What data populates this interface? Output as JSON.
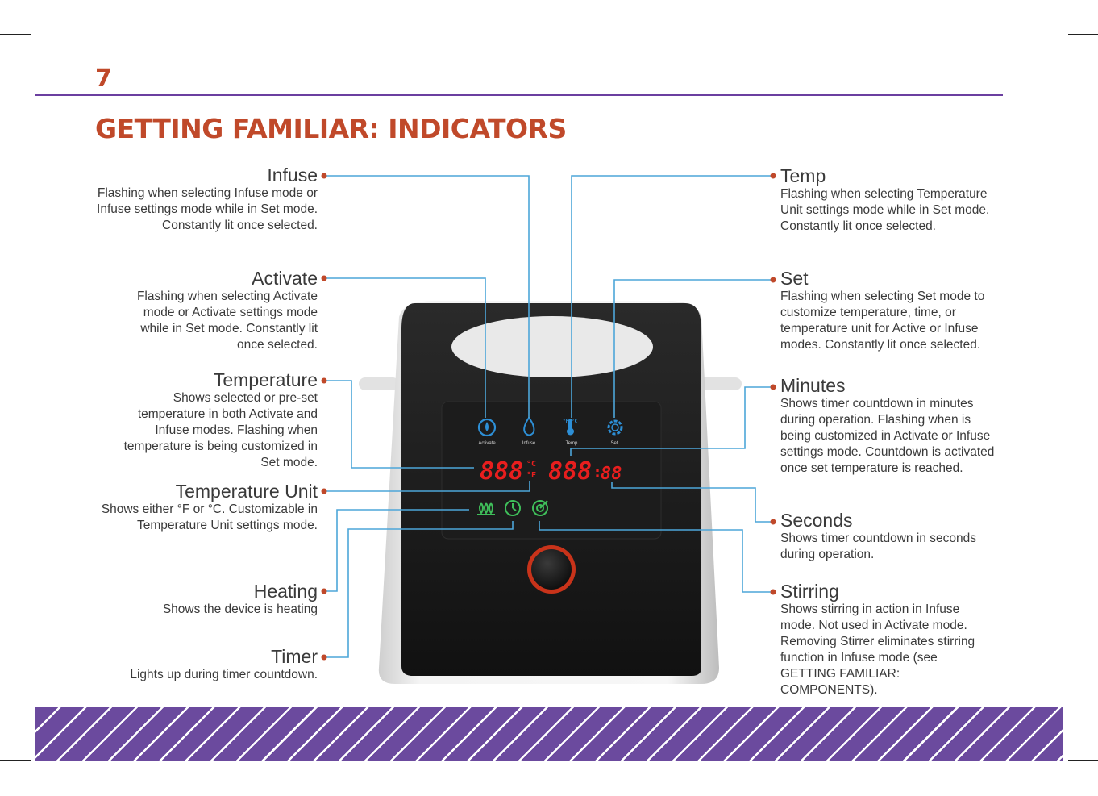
{
  "page": {
    "number": "7",
    "title": "GETTING FAMILIAR: INDICATORS"
  },
  "left_callouts": [
    {
      "title": "Infuse",
      "desc": "Flashing when selecting Infuse mode or Infuse settings mode while in Set mode. Constantly lit once selected."
    },
    {
      "title": "Activate",
      "desc": "Flashing when selecting Activate mode or Activate settings mode while in Set mode. Constantly lit once selected."
    },
    {
      "title": "Temperature",
      "desc": "Shows selected or pre-set temperature in both Activate and Infuse modes. Flashing when temperature is being customized in Set mode."
    },
    {
      "title": "Temperature Unit",
      "desc": "Shows either °F or °C. Customizable in Temperature Unit settings mode."
    },
    {
      "title": "Heating",
      "desc": "Shows the device is heating"
    },
    {
      "title": "Timer",
      "desc": "Lights up during timer countdown."
    }
  ],
  "right_callouts": [
    {
      "title": "Temp",
      "desc": "Flashing when selecting Temperature Unit settings mode while in Set mode. Constantly lit once selected."
    },
    {
      "title": "Set",
      "desc": "Flashing when selecting Set mode to customize temperature, time, or temperature unit for Active or Infuse modes. Constantly lit once selected."
    },
    {
      "title": "Minutes",
      "desc": "Shows timer countdown in minutes during operation. Flashing when is being customized in Activate or Infuse settings mode. Countdown is activated once set temperature is reached."
    },
    {
      "title": "Seconds",
      "desc": "Shows timer countdown in seconds during operation."
    },
    {
      "title": "Stirring",
      "desc": "Shows stirring in action in Infuse mode. Not used in Activate mode. Removing Stirrer eliminates stirring function in Infuse mode (see GETTING FAMILIAR: COMPONENTS)."
    }
  ],
  "device": {
    "button_labels": [
      "Activate",
      "Infuse",
      "Temp",
      "Set"
    ],
    "temp_unit_mini": "°F  °C",
    "temp_digits": "888",
    "unit_c": "°C",
    "unit_f": "°F",
    "minutes_digits": "888",
    "seconds_digits": "88",
    "colon": ":"
  },
  "colors": {
    "accent": "#c0492a",
    "purple": "#6b4a9e",
    "line": "#4da6d9",
    "digit": "#e81e1e",
    "indicator_green": "#3fbf5a"
  },
  "icons": [
    "activate-icon",
    "infuse-icon",
    "thermometer-icon",
    "gear-icon",
    "heating-icon",
    "timer-icon",
    "stirring-icon",
    "power-knob"
  ]
}
